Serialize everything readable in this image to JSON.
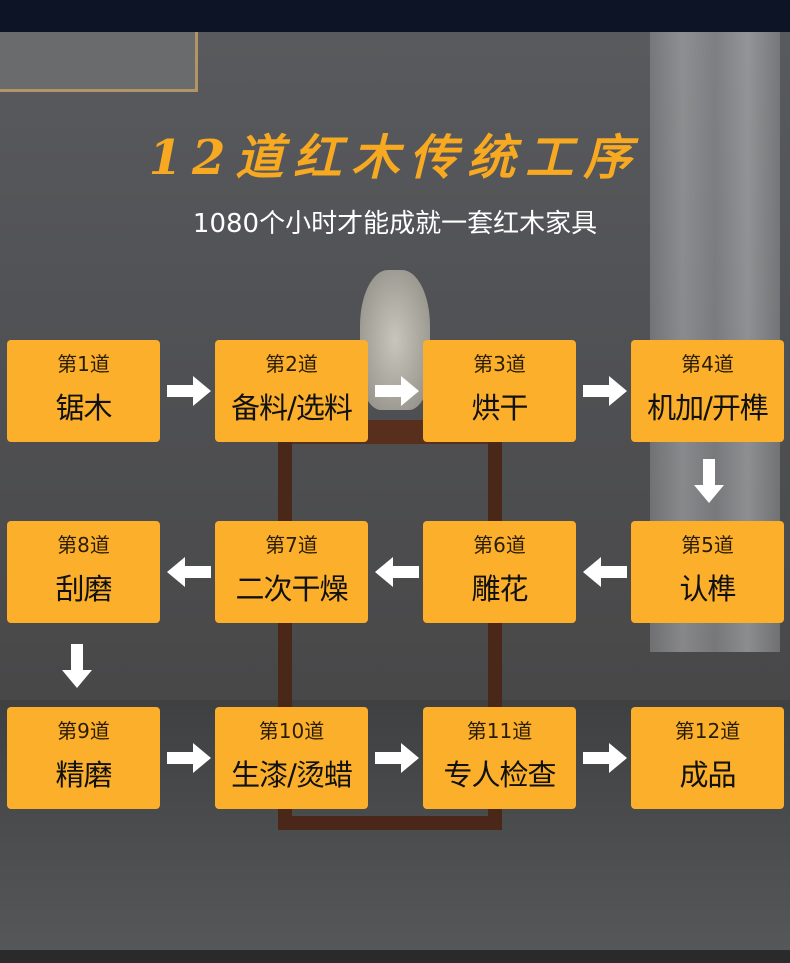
{
  "title": "12道红木传统工序",
  "subtitle": "1080个小时才能成就一套红木家具",
  "accent": "#fbaf2b",
  "steps": [
    {
      "num": "第1道",
      "name": "锯木"
    },
    {
      "num": "第2道",
      "name": "备料/选料"
    },
    {
      "num": "第3道",
      "name": "烘干"
    },
    {
      "num": "第4道",
      "name": "机加/开榫"
    },
    {
      "num": "第5道",
      "name": "认榫"
    },
    {
      "num": "第6道",
      "name": "雕花"
    },
    {
      "num": "第7道",
      "name": "二次干燥"
    },
    {
      "num": "第8道",
      "name": "刮磨"
    },
    {
      "num": "第9道",
      "name": "精磨"
    },
    {
      "num": "第10道",
      "name": "生漆/烫蜡"
    },
    {
      "num": "第11道",
      "name": "专人检查"
    },
    {
      "num": "第12道",
      "name": "成品"
    }
  ]
}
